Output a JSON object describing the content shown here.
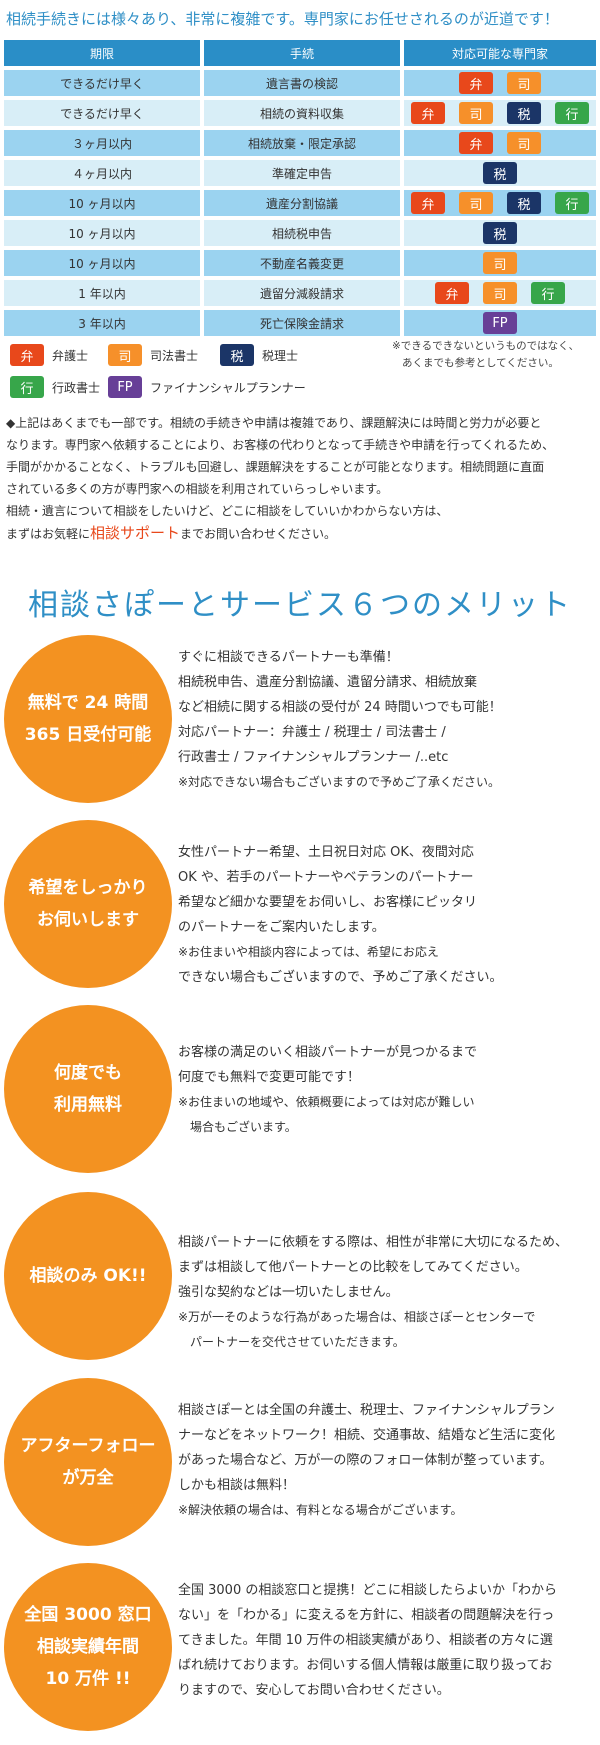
{
  "heading": "相続手続きには様々あり、非常に複雑です。専門家にお任せされるのが近道です！",
  "table": {
    "headers": [
      "期限",
      "手続",
      "対応可能な専門家"
    ],
    "rows": [
      {
        "deadline": "できるだけ早く",
        "procedure": "遺言書の検認",
        "experts": [
          "弁",
          "司"
        ]
      },
      {
        "deadline": "できるだけ早く",
        "procedure": "相続の資料収集",
        "experts": [
          "弁",
          "司",
          "税",
          "行"
        ]
      },
      {
        "deadline": "３ヶ月以内",
        "procedure": "相続放棄・限定承認",
        "experts": [
          "弁",
          "司"
        ]
      },
      {
        "deadline": "４ヶ月以内",
        "procedure": "準確定申告",
        "experts": [
          "税"
        ]
      },
      {
        "deadline": "10 ヶ月以内",
        "procedure": "遺産分割協議",
        "experts": [
          "弁",
          "司",
          "税",
          "行"
        ]
      },
      {
        "deadline": "10 ヶ月以内",
        "procedure": "相続税申告",
        "experts": [
          "税"
        ]
      },
      {
        "deadline": "10 ヶ月以内",
        "procedure": "不動産名義変更",
        "experts": [
          "司"
        ]
      },
      {
        "deadline": "1 年以内",
        "procedure": "遺留分減殺請求",
        "experts": [
          "弁",
          "司",
          "行"
        ]
      },
      {
        "deadline": "3 年以内",
        "procedure": "死亡保険金請求",
        "experts": [
          "FP"
        ]
      }
    ]
  },
  "legend": {
    "items": [
      {
        "badge": "弁",
        "label": "弁護士"
      },
      {
        "badge": "司",
        "label": "司法書士"
      },
      {
        "badge": "税",
        "label": "税理士"
      },
      {
        "badge": "行",
        "label": "行政書士"
      },
      {
        "badge": "FP",
        "label": "ファイナンシャルプランナー"
      }
    ],
    "note_line1": "※できるできないというものではなく、",
    "note_line2": "あくまでも参考としてください。"
  },
  "colors": {
    "弁": "#e8481b",
    "司": "#f6902a",
    "税": "#1b3567",
    "行": "#37a64a",
    "FP": "#673f97",
    "accent": "#2f8fc6",
    "circle": "#f39221"
  },
  "intro": {
    "lines": [
      "◆上記はあくまでも一部です。相続の手続きや申請は複雑であり、課題解決には時間と労力が必要と",
      "なります。専門家へ依頼することにより、お客様の代わりとなって手続きや申請を行ってくれるため、",
      "手間がかかることなく、トラブルも回避し、課題解決をすることが可能となります。相続問題に直面",
      "されている多くの方が専門家への相談を利用されていらっしゃいます。",
      "相続・遺言について相談をしたいけど、どこに相談をしていいかわからない方は、"
    ],
    "last_prefix": "まずはお気軽に",
    "link_text": "相談サポート",
    "last_suffix": "までお問い合わせください。"
  },
  "merits_title": "相談さぽーとサービス６つのメリット",
  "merits": [
    {
      "circle": [
        "無料で 24 時間",
        "365 日受付可能"
      ],
      "lines": [
        "すぐに相談できるパートナーも準備！",
        "相続税申告、遺産分割協議、遺留分請求、相続放棄",
        "など相続に関する相談の受付が 24 時間いつでも可能！",
        "対応パートナー：弁護士 / 税理士 / 司法書士 /",
        "行政書士 / ファイナンシャルプランナー /..etc",
        "※対応できない場合もございますので予めご了承ください。"
      ]
    },
    {
      "circle": [
        "希望をしっかり",
        "お伺いします"
      ],
      "lines": [
        "女性パートナー希望、土日祝日対応 OK、夜間対応",
        "OK や、若手のパートナーやベテランのパートナー",
        "希望など細かな要望をお伺いし、お客様にピッタリ",
        "のパートナーをご案内いたします。",
        "※お住まいや相談内容によっては、希望にお応え",
        "できない場合もございますので、予めご了承ください。"
      ]
    },
    {
      "circle": [
        "何度でも",
        "利用無料"
      ],
      "lines": [
        "お客様の満足のいく相談パートナーが見つかるまで",
        "何度でも無料で変更可能です！",
        "※お住まいの地域や、依頼概要によっては対応が難しい",
        "　場合もございます。"
      ]
    },
    {
      "circle": [
        "相談のみ OK!!"
      ],
      "lines": [
        "相談パートナーに依頼をする際は、相性が非常に大切になるため、",
        "まずは相談して他パートナーとの比較をしてみてください。",
        "強引な契約などは一切いたしません。",
        "※万が一そのような行為があった場合は、相談さぽーとセンターで",
        "　パートナーを交代させていただきます。"
      ]
    },
    {
      "circle": [
        "アフターフォロー",
        "が万全"
      ],
      "lines": [
        "相談さぽーとは全国の弁護士、税理士、ファイナンシャルプラン",
        "ナーなどをネットワーク！相続、交通事故、結婚など生活に変化",
        "があった場合など、万が一の際のフォロー体制が整っています。",
        "しかも相談は無料！",
        "※解決依頼の場合は、有料となる場合がございます。"
      ]
    },
    {
      "circle": [
        "全国 3000 窓口",
        "相談実績年間",
        "10 万件 !!"
      ],
      "lines": [
        "全国 3000 の相談窓口と提携！どこに相談したらよいか「わから",
        "ない」を「わかる」に変えるを方針に、相談者の問題解決を行っ",
        "てきました。年間 10 万件の相談実績があり、相談者の方々に選",
        "ばれ続けております。お伺いする個人情報は厳重に取り扱ってお",
        "りますので、安心してお問い合わせください。"
      ]
    }
  ]
}
